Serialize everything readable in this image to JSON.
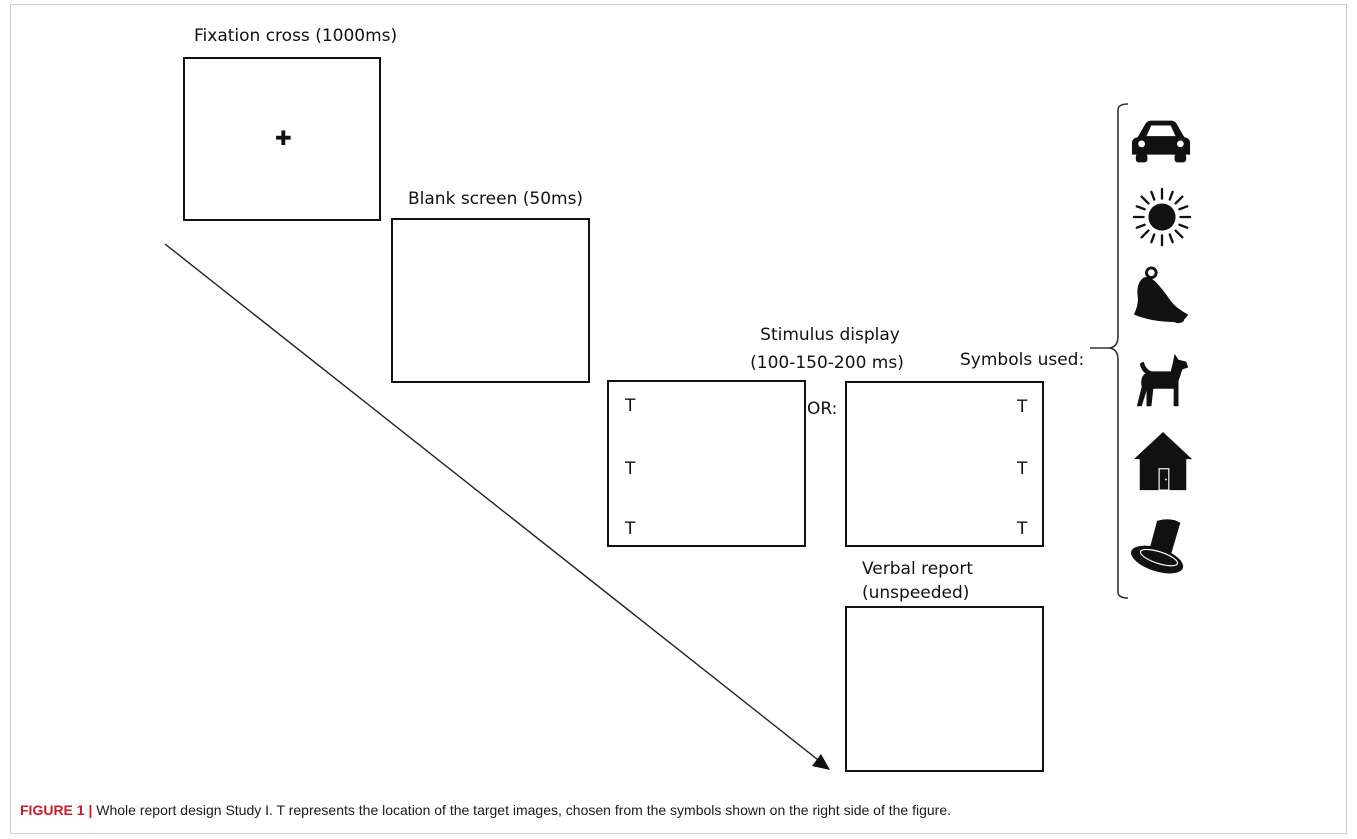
{
  "panels": {
    "fixation": {
      "label": "Fixation cross (1000ms)",
      "mark": "✚"
    },
    "blank": {
      "label": "Blank screen (50ms)"
    },
    "stimulus": {
      "label_line1": "Stimulus display",
      "label_line2": "(100-150-200 ms)",
      "or_label": "OR:",
      "target_letter": "T"
    },
    "verbal": {
      "label_line1": "Verbal report",
      "label_line2": "(unspeeded)"
    }
  },
  "symbols": {
    "label": "Symbols used:",
    "items": [
      "car-icon",
      "sun-icon",
      "bell-icon",
      "dog-icon",
      "house-icon",
      "top-hat-icon"
    ]
  },
  "caption": {
    "prefix": "FIGURE 1 |",
    "text": " Whole report design Study I. T represents the location of the target images, chosen from the symbols shown on the right side of the figure."
  }
}
